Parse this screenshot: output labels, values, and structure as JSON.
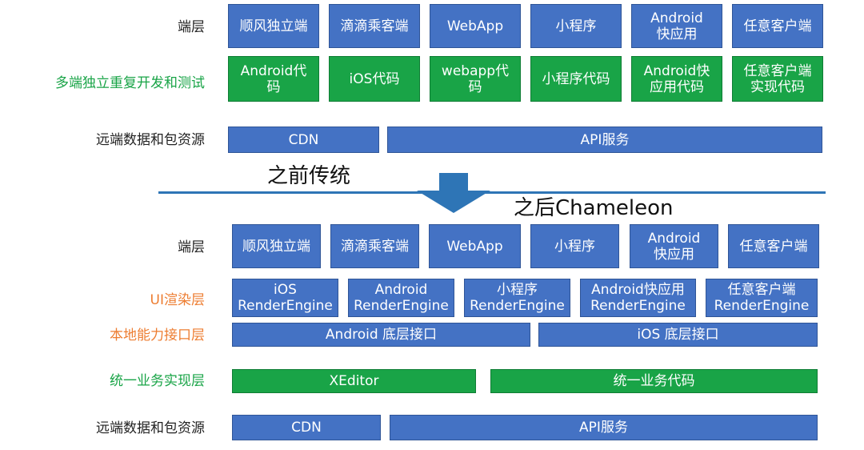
{
  "colors": {
    "box_blue": "#4472c4",
    "box_green": "#19a447",
    "label_dark": "#222222",
    "label_green": "#19a447",
    "label_orange": "#ed7d31",
    "divider_blue": "#2e75b6"
  },
  "before": {
    "caption": "之前传统",
    "rows": {
      "client": {
        "label": "端层",
        "boxes": [
          "顺风独立端",
          "滴滴乘客端",
          "WebApp",
          "小程序",
          "Android\n快应用",
          "任意客户端"
        ]
      },
      "code": {
        "label": "多端独立重复开发和测试",
        "boxes": [
          "Android代\n码",
          "iOS代码",
          "webapp代\n码",
          "小程序代码",
          "Android快\n应用代码",
          "任意客户端\n实现代码"
        ]
      },
      "remote": {
        "label": "远端数据和包资源",
        "boxes": [
          "CDN",
          "API服务"
        ]
      }
    }
  },
  "after": {
    "caption": "之后Chameleon",
    "rows": {
      "client": {
        "label": "端层",
        "boxes": [
          "顺风独立端",
          "滴滴乘客端",
          "WebApp",
          "小程序",
          "Android\n快应用",
          "任意客户端"
        ]
      },
      "ui": {
        "label": "UI渲染层",
        "boxes": [
          "iOS\nRenderEngine",
          "Android\nRenderEngine",
          "小程序\nRenderEngine",
          "Android快应用\nRenderEngine",
          "任意客户端\nRenderEngine"
        ]
      },
      "native": {
        "label": "本地能力接口层",
        "boxes": [
          "Android 底层接口",
          "iOS 底层接口"
        ]
      },
      "business": {
        "label": "统一业务实现层",
        "boxes": [
          "XEditor",
          "统一业务代码"
        ]
      },
      "remote": {
        "label": "远端数据和包资源",
        "boxes": [
          "CDN",
          "API服务"
        ]
      }
    }
  }
}
